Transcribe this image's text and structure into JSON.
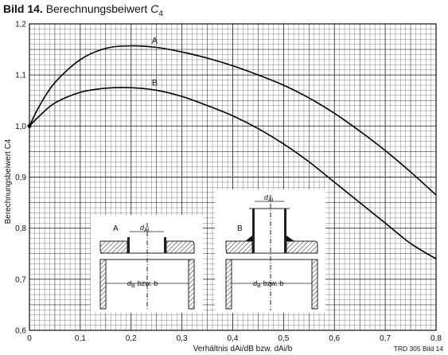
{
  "title": {
    "prefix": "Bild 14.",
    "text": "Berechnungsbeiwert",
    "symbol": "C",
    "symbol_sub": "4"
  },
  "chart_data": {
    "type": "line",
    "title": "Bild 14. Berechnungsbeiwert C4",
    "xlabel": "Verhältnis dAi/dB bzw. dAi/b",
    "ylabel": "Berechnungsbeiwert C4",
    "xlim": [
      0,
      0.8
    ],
    "ylim": [
      0.6,
      1.2
    ],
    "grid": true,
    "x_ticks": [
      "0",
      "0,1",
      "0,2",
      "0,3",
      "0,4",
      "0,5",
      "0,6",
      "0,7",
      "0,8"
    ],
    "y_ticks": [
      "0,6",
      "0,7",
      "0,8",
      "0,9",
      "1,0",
      "1,1",
      "1,2"
    ],
    "series": [
      {
        "name": "A",
        "x": [
          0,
          0.02,
          0.05,
          0.1,
          0.15,
          0.2,
          0.25,
          0.3,
          0.35,
          0.4,
          0.45,
          0.5,
          0.55,
          0.6,
          0.65,
          0.7,
          0.75,
          0.8
        ],
        "y": [
          1.0,
          1.04,
          1.085,
          1.13,
          1.152,
          1.157,
          1.154,
          1.145,
          1.133,
          1.118,
          1.1,
          1.08,
          1.055,
          1.025,
          0.99,
          0.952,
          0.91,
          0.865
        ]
      },
      {
        "name": "B",
        "x": [
          0,
          0.02,
          0.05,
          0.1,
          0.15,
          0.2,
          0.25,
          0.3,
          0.35,
          0.4,
          0.45,
          0.5,
          0.55,
          0.6,
          0.65,
          0.7,
          0.75,
          0.8
        ],
        "y": [
          1.0,
          1.02,
          1.045,
          1.066,
          1.074,
          1.075,
          1.07,
          1.058,
          1.04,
          1.02,
          0.995,
          0.965,
          0.93,
          0.89,
          0.85,
          0.81,
          0.77,
          0.74
        ]
      }
    ],
    "annotations": [
      "A",
      "B"
    ],
    "source": "TRD 305 Bild 14"
  },
  "inset_a": {
    "label": "A",
    "dim_top": "d",
    "dim_top_sub": "Ai",
    "dim_bottom": "d",
    "dim_bottom_sub": "B",
    "dim_bottom_rest": "bzw. b"
  },
  "inset_b": {
    "label": "B",
    "dim_top": "d",
    "dim_top_sub": "Ai",
    "dim_bottom": "d",
    "dim_bottom_sub": "B",
    "dim_bottom_rest": "bzw. b"
  }
}
